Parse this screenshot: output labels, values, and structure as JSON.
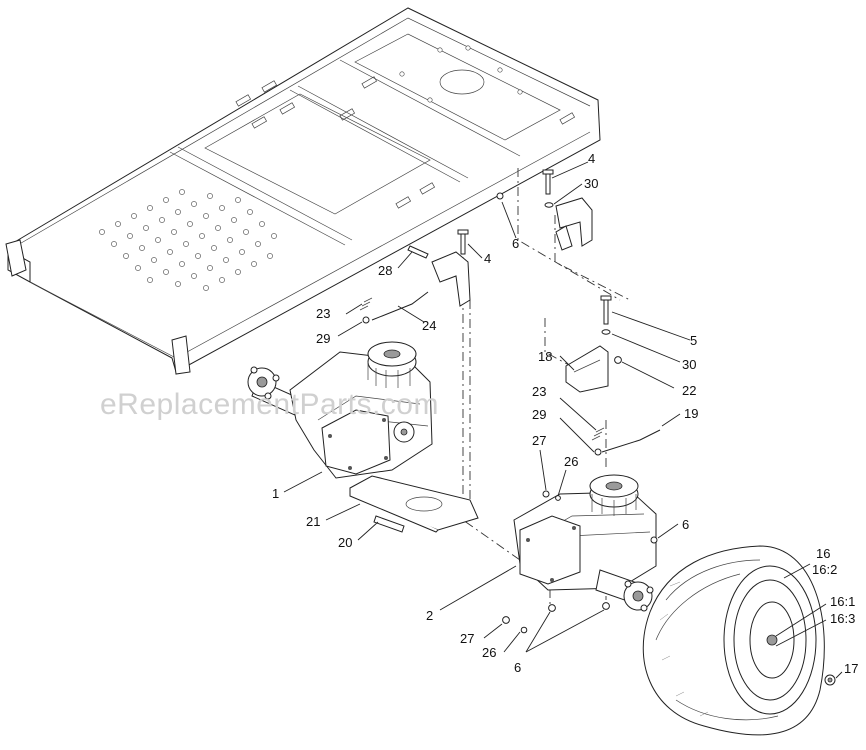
{
  "watermark": "eReplacementParts.com",
  "callouts": [
    {
      "id": "c4a",
      "label": "4"
    },
    {
      "id": "c30a",
      "label": "30"
    },
    {
      "id": "c6a",
      "label": "6"
    },
    {
      "id": "c4b",
      "label": "4"
    },
    {
      "id": "c28",
      "label": "28"
    },
    {
      "id": "c23a",
      "label": "23"
    },
    {
      "id": "c24",
      "label": "24"
    },
    {
      "id": "c29a",
      "label": "29"
    },
    {
      "id": "c5",
      "label": "5"
    },
    {
      "id": "c18",
      "label": "18"
    },
    {
      "id": "c30b",
      "label": "30"
    },
    {
      "id": "c22",
      "label": "22"
    },
    {
      "id": "c23b",
      "label": "23"
    },
    {
      "id": "c19",
      "label": "19"
    },
    {
      "id": "c29b",
      "label": "29"
    },
    {
      "id": "c27a",
      "label": "27"
    },
    {
      "id": "c26a",
      "label": "26"
    },
    {
      "id": "c1",
      "label": "1"
    },
    {
      "id": "c21",
      "label": "21"
    },
    {
      "id": "c20",
      "label": "20"
    },
    {
      "id": "c6b",
      "label": "6"
    },
    {
      "id": "c16",
      "label": "16"
    },
    {
      "id": "c162",
      "label": "16:2"
    },
    {
      "id": "c2",
      "label": "2"
    },
    {
      "id": "c161",
      "label": "16:1"
    },
    {
      "id": "c163",
      "label": "16:3"
    },
    {
      "id": "c27b",
      "label": "27"
    },
    {
      "id": "c17",
      "label": "17"
    },
    {
      "id": "c26b",
      "label": "26"
    },
    {
      "id": "c6c",
      "label": "6"
    }
  ]
}
